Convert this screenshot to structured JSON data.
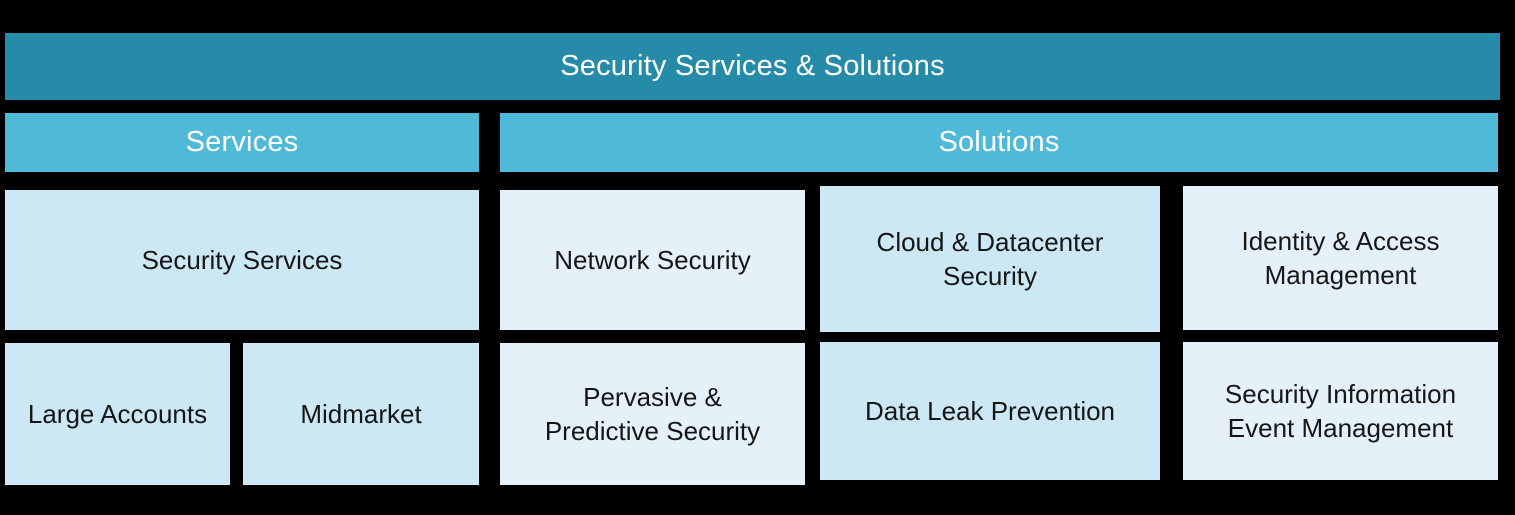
{
  "header": {
    "title": "Security Services & Solutions"
  },
  "services": {
    "label": "Services",
    "security_services": "Security Services",
    "large_accounts": "Large Accounts",
    "midmarket": "Midmarket"
  },
  "solutions": {
    "label": "Solutions",
    "network_security": "Network Security",
    "cloud_datacenter": "Cloud & Datacenter\nSecurity",
    "identity_access": "Identity & Access\nManagement",
    "pervasive_predictive": "Pervasive &\nPredictive Security",
    "data_leak": "Data Leak Prevention",
    "siem": "Security Information\nEvent Management"
  },
  "colors": {
    "background": "#000000",
    "title_bar": "#268BA8",
    "section_bar": "#4FB9D8",
    "cell_primary": "#CBE8F4",
    "cell_secondary": "#E4F1F9",
    "title_text": "#FFFFFF",
    "cell_text": "#161616"
  }
}
